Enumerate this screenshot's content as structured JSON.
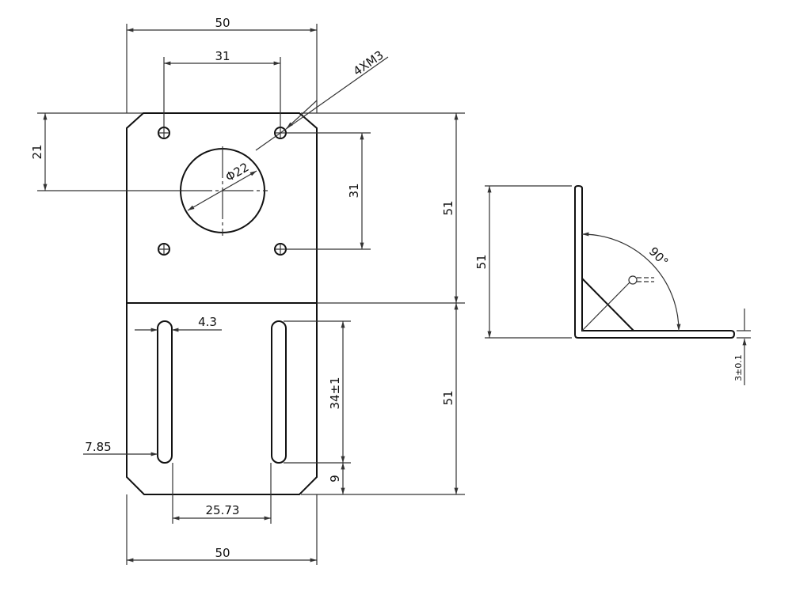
{
  "front_view": {
    "width_top": "50",
    "hole_spacing_h": "31",
    "hole_callout": "4XM3",
    "hole_offset": "21",
    "hole_spacing_v": "31",
    "bore_diameter": "Φ22",
    "height_upper": "51",
    "height_lower": "51",
    "slot_width": "4.3",
    "slot_length": "34±1",
    "slot_bottom_offset": "9",
    "slot_edge_offset": "7.85",
    "slot_spacing": "25.73",
    "width_bottom": "50"
  },
  "side_view": {
    "height": "51",
    "angle": "90°",
    "thickness": "3±0.1"
  }
}
